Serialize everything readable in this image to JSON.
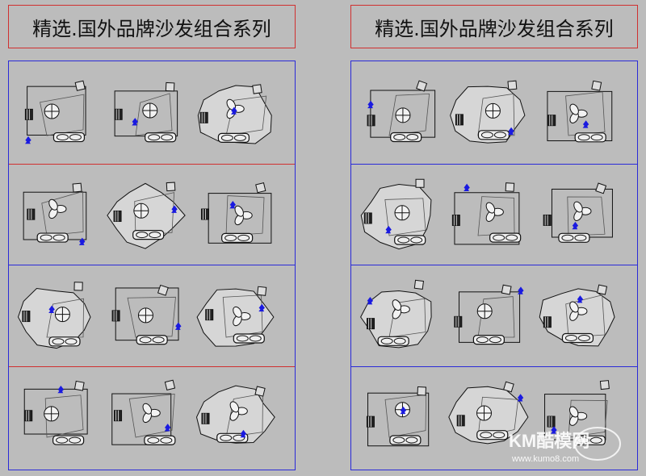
{
  "titles": {
    "left": "精选.国外品牌沙发组合系列",
    "right": "精选.国外品牌沙发组合系列"
  },
  "watermark": {
    "logo_text": "KM酷模网",
    "url": "www.kumo8.com"
  },
  "colors": {
    "background": "#bcbcbc",
    "title_border": "#d03030",
    "panel_border": "#2a2ad8",
    "line": "#111111",
    "accent_blue": "#1a1ae0"
  },
  "icons": [
    "sofa-layout-icon",
    "round-table-icon",
    "chair-icon",
    "plant-icon",
    "rug-outline-icon"
  ]
}
